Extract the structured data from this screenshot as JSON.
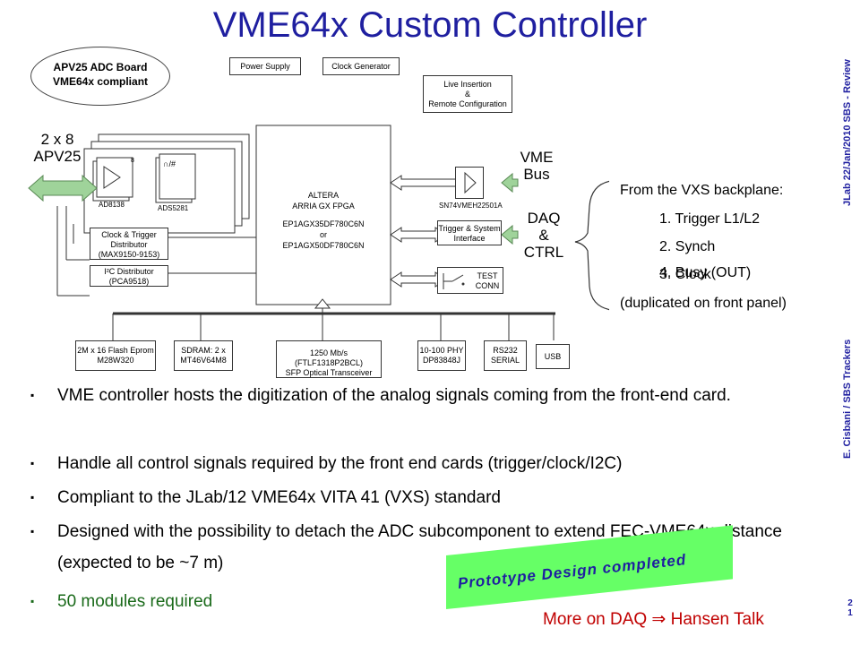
{
  "slide": {
    "title": "VME64x Custom Controller",
    "side_top": "JLab 22/Jan/2010 SBS - Review",
    "side_mid": "E. Cisbani / SBS Trackers",
    "page_number_1": "2",
    "page_number_2": "1"
  },
  "diagram": {
    "ellipse_line1": "APV25 ADC Board",
    "ellipse_line2": "VME64x compliant",
    "power_supply": "Power Supply",
    "clock_generator": "Clock Generator",
    "live_insertion_1": "Live Insertion",
    "live_insertion_2": "&",
    "live_insertion_3": "Remote Configuration",
    "apv_label_1": "2 x 8",
    "apv_label_2": "APV25",
    "fpga_1": "ALTERA",
    "fpga_2": "ARRIA GX FPGA",
    "fpga_3": "EP1AGX35DF780C6N",
    "fpga_4": "or",
    "fpga_5": "EP1AGX50DF780C6N",
    "ad8138": "AD8138",
    "ads5281": "ADS5281",
    "adc_symbol": "∩/#",
    "buffer_8": "8",
    "clock_dist_1": "Clock & Trigger",
    "clock_dist_2": "Distributor",
    "clock_dist_3": "(MAX9150-9153)",
    "i2c_1": "I²C Distributor",
    "i2c_2": "(PCA9518)",
    "vme_transceiver": "SN74VMEH22501A",
    "vme_bus_1": "VME",
    "vme_bus_2": "Bus",
    "trigger_iface_1": "Trigger & System",
    "trigger_iface_2": "Interface",
    "daq_1": "DAQ",
    "daq_2": "&",
    "daq_3": "CTRL",
    "test_conn_1": "TEST",
    "test_conn_2": "CONN",
    "flash_1": "2M x 16 Flash Eprom",
    "flash_2": "M28W320",
    "sdram_1": "SDRAM: 2 x",
    "sdram_2": "MT46V64M8",
    "sfp_1": "1250 Mb/s (FTLF1318P2BCL)",
    "sfp_2": "SFP Optical Transceiver",
    "phy_1": "10-100 PHY",
    "phy_2": "DP83848J",
    "rs232_1": "RS232",
    "rs232_2": "SERIAL",
    "usb": "USB"
  },
  "vxs": {
    "header": "From the VXS backplane:",
    "items": [
      "1.   Trigger L1/L2",
      "2.   Synch",
      "3.   Clock",
      "4.   Busy (OUT)"
    ],
    "footer": "(duplicated on front panel)"
  },
  "bullets": [
    "VME controller hosts the digitization of the analog signals coming from the front-end card.",
    "Handle all control signals required by the front end cards (trigger/clock/I2C)",
    "Compliant to the JLab/12 VME64x VITA 41 (VXS) standard",
    "Designed with the possibility to detach the ADC subcomponent to extend FEC-VME64x distance (expected to be ~7 m)",
    "50 modules required"
  ],
  "bullet_symbol": "▪",
  "prototype_banner": "Prototype Design completed",
  "more_on_daq": "More on DAQ ⇒ Hansen Talk",
  "colors": {
    "title": "#1f1fa0",
    "banner_bg": "#66ff66",
    "more_text": "#c00000",
    "green_bullet": "#1a6a1a"
  }
}
